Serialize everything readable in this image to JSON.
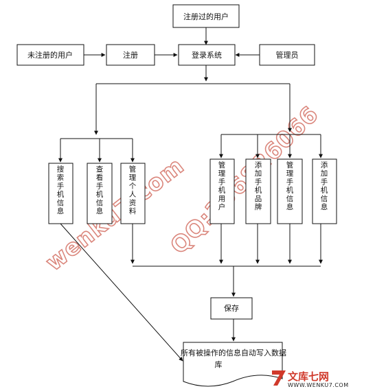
{
  "nodes": {
    "registered_user": "注册过的用户",
    "unregistered_user": "未注册的用户",
    "register": "注册",
    "login_system": "登录系统",
    "administrator": "管理员",
    "search_phone_info": "搜索手机信息",
    "view_phone_info": "查看手机信息",
    "manage_personal_data": "管理个人资料",
    "manage_phone_users": "管理手机用户",
    "add_phone_brand": "添加手机品牌",
    "manage_phone_info": "管理手机信息",
    "add_phone_info": "添加手机信息",
    "save": "保存",
    "auto_write_db": "所有被操作的信息自动写入数据库"
  },
  "watermark": {
    "site": "wenku7.com",
    "qq": "QQ:306826066"
  },
  "logo": {
    "brand": "文库七网",
    "url": "WWW.WENKU7.COM"
  },
  "colors": {
    "line": "#111111",
    "watermark": "#d77a6e",
    "logo": "#d0392b"
  }
}
